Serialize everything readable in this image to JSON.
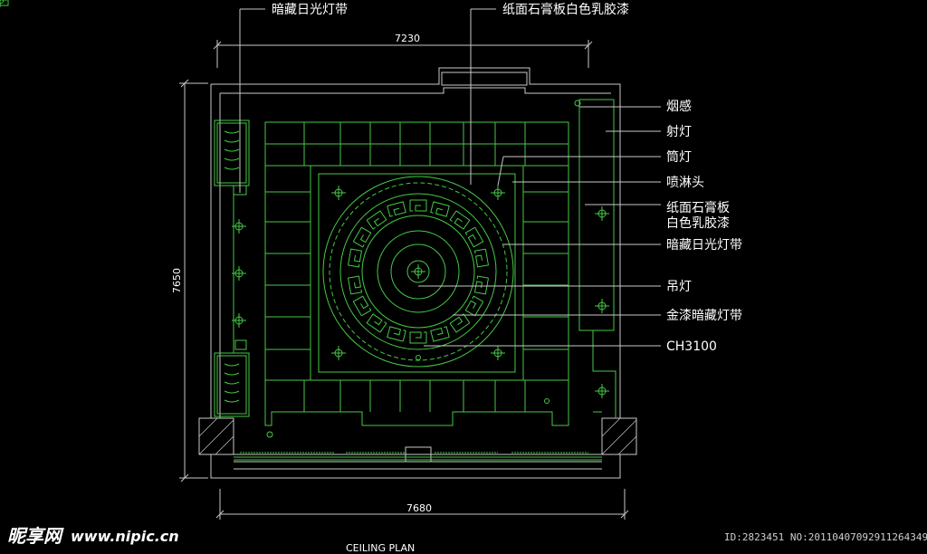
{
  "drawing": {
    "dimensions": {
      "top": "7230",
      "bottom": "7680",
      "left": "7650"
    },
    "labels": {
      "top_left": "暗藏日光灯带",
      "top_center": "纸面石膏板白色乳胶漆",
      "right": [
        "烟感",
        "射灯",
        "筒灯",
        "喷淋头",
        "纸面石膏板",
        "白色乳胶漆",
        "暗藏日光灯带",
        "吊灯",
        "金漆暗藏灯带",
        "CH3100"
      ]
    },
    "caption": "CEILING PLAN"
  },
  "watermark": {
    "brand": "昵享网",
    "url": "www.nipic.cn",
    "id": "ID:2823451 NO:20110407092911264349"
  },
  "colors": {
    "background": "#000000",
    "line": "#46c846",
    "frame": "#c8c8c8",
    "text": "#ffffff"
  }
}
